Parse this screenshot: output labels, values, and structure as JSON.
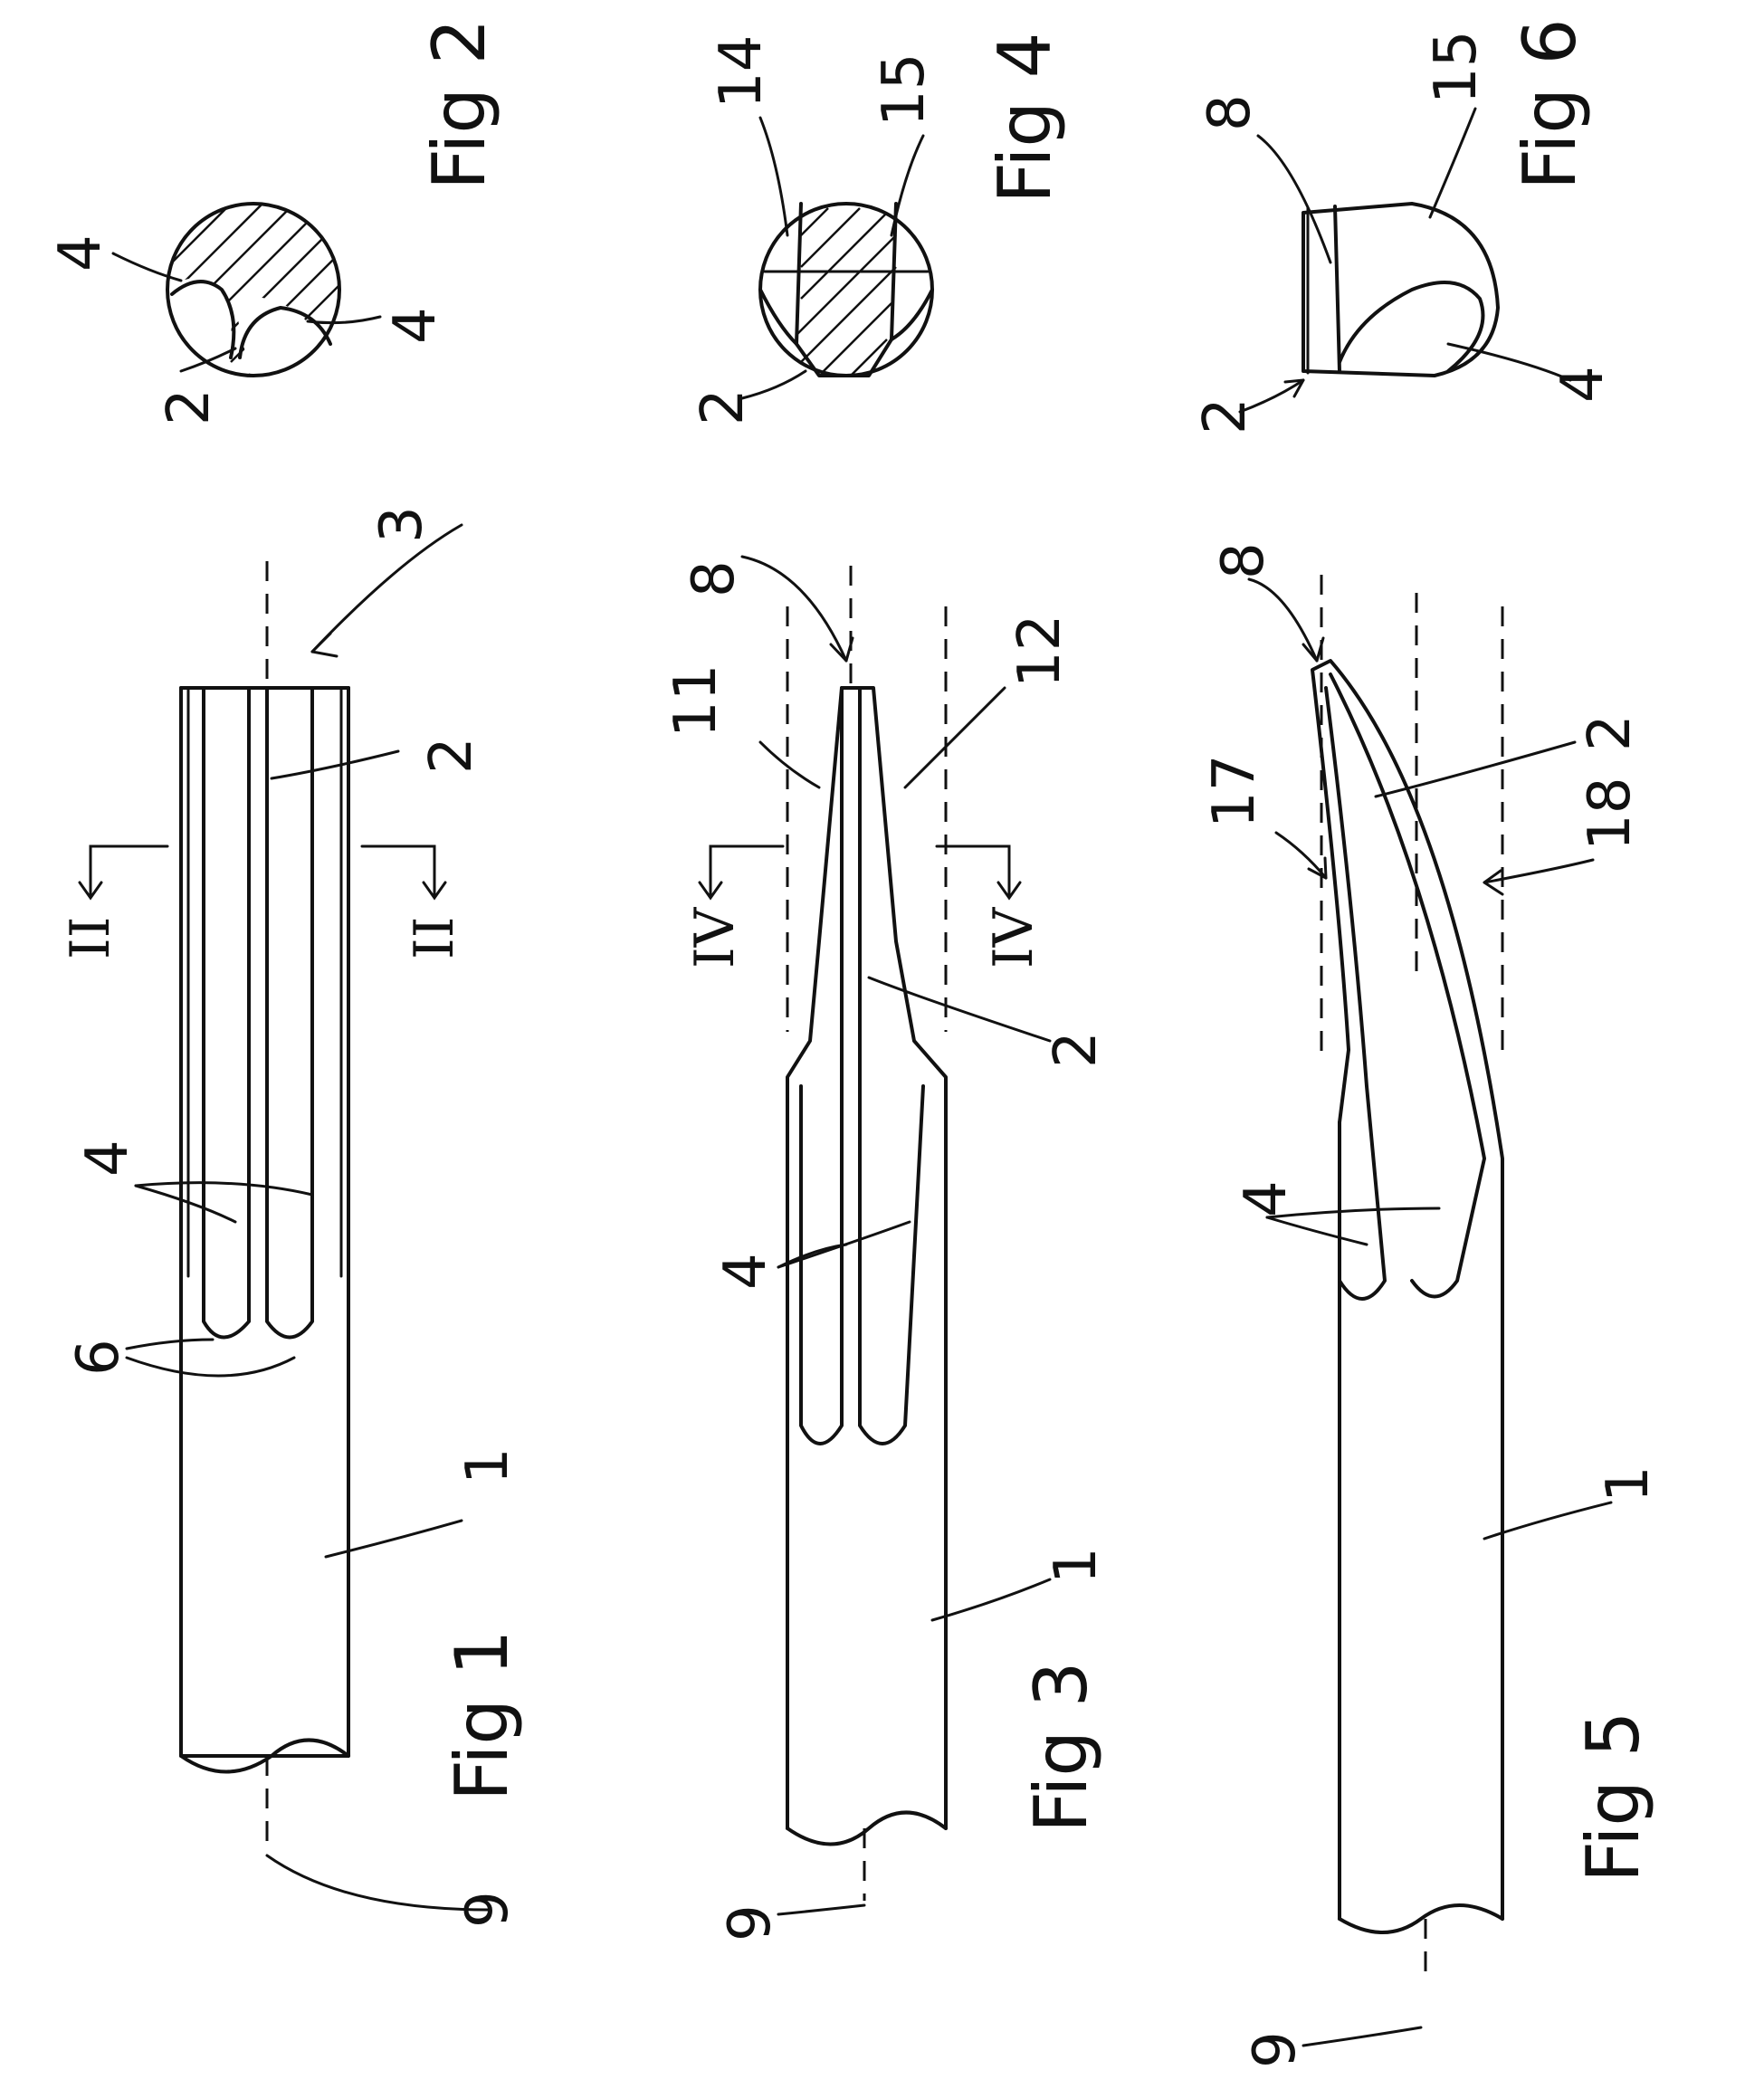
{
  "figures": [
    {
      "id": "fig1",
      "caption": "Fig 1",
      "labels": [
        "1",
        "2",
        "3",
        "4",
        "6",
        "9"
      ],
      "section_marks": [
        "II",
        "II"
      ]
    },
    {
      "id": "fig2",
      "caption": "Fig 2",
      "labels": [
        "2",
        "4",
        "4"
      ]
    },
    {
      "id": "fig3",
      "caption": "Fig 3",
      "labels": [
        "1",
        "2",
        "4",
        "8",
        "9",
        "11",
        "12"
      ],
      "section_marks": [
        "IV",
        "IV"
      ]
    },
    {
      "id": "fig4",
      "caption": "Fig 4",
      "labels": [
        "2",
        "14",
        "15"
      ]
    },
    {
      "id": "fig5",
      "caption": "Fig 5",
      "labels": [
        "1",
        "2",
        "4",
        "8",
        "9",
        "17",
        "18"
      ]
    },
    {
      "id": "fig6",
      "caption": "Fig 6",
      "labels": [
        "2",
        "4",
        "8",
        "15"
      ]
    }
  ]
}
